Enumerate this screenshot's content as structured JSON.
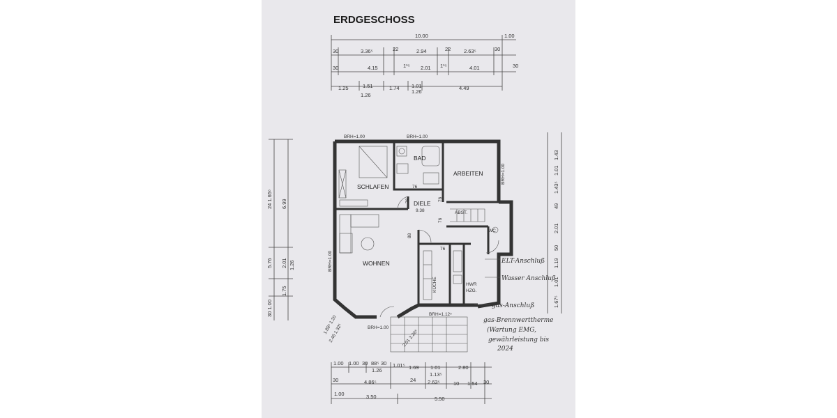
{
  "title": "ERDGESCHOSS",
  "top_dims": {
    "overall": "10.00",
    "overall_right": "1.00",
    "row1": [
      "30",
      "3.36⁵",
      "22",
      "2.94",
      "22",
      "2.63⁵",
      "30"
    ],
    "row2": [
      "30",
      "4.15",
      "1¹⁵",
      "2.01",
      "1¹⁵",
      "4.01",
      "30"
    ],
    "row3": [
      "1.25",
      "1.51",
      "1.74",
      "1.01",
      "4.49"
    ],
    "row3b": [
      "1.26",
      "1.26"
    ]
  },
  "rooms": {
    "schlafen": "SCHLAFEN",
    "bad": "BAD",
    "arbeiten": "ARBEITEN",
    "diele": "DIELE",
    "diele_area": "9.38",
    "abst": "ABST.",
    "wc": "WC",
    "wohnen": "WOHNEN",
    "kueche": "KÜCHE",
    "hwr": "HWR",
    "hzg": "HZG."
  },
  "brh_labels": {
    "top_left": "BRH=1.00",
    "top_mid": "BRH=1.00",
    "right": "BRH=1.00",
    "left": "BRH=1.00",
    "bottom_left": "BRH=1.00",
    "bottom_mid": "BRH=1.12⁵"
  },
  "door_labels": [
    "76",
    "76",
    "88",
    "76",
    "76",
    "76"
  ],
  "left_dims": [
    "24 1.65⁶",
    "6.99",
    "5.76",
    "2.01",
    "1.26",
    "1.75",
    "30 1.00"
  ],
  "right_dims": [
    "1.43",
    "1.01",
    "1.43⁵",
    "49",
    "2.01",
    "50",
    "1.19",
    "1.01",
    "1.67⁵"
  ],
  "annotations": {
    "elt": "ELT-Anschluß",
    "wasser": "Wasser Anschluß",
    "gas": "gas-Anschluß",
    "note_line1": "gas-Brennwerttherme",
    "note_line2": "(Wartung EMG,",
    "note_line3": "gewährleistung bis",
    "note_line4": "2024"
  },
  "bay_dims": [
    "1.88⁵ 1.20",
    "2.46 1.32⁵"
  ],
  "terrace_dims": "2.01 2.26⁵",
  "bottom_dims": {
    "row1": [
      "1.00",
      "1.00",
      "30",
      "88⁵",
      "30",
      "1.01⁵",
      "1.69",
      "1.01",
      "2.80"
    ],
    "row1b": [
      "1.26",
      "1.13⁵"
    ],
    "row2": [
      "30",
      "4.86⁵",
      "24",
      "2.63⁵",
      "10",
      "1.54",
      "30"
    ],
    "row3": [
      "1.00",
      "3.50",
      "5.50"
    ]
  }
}
